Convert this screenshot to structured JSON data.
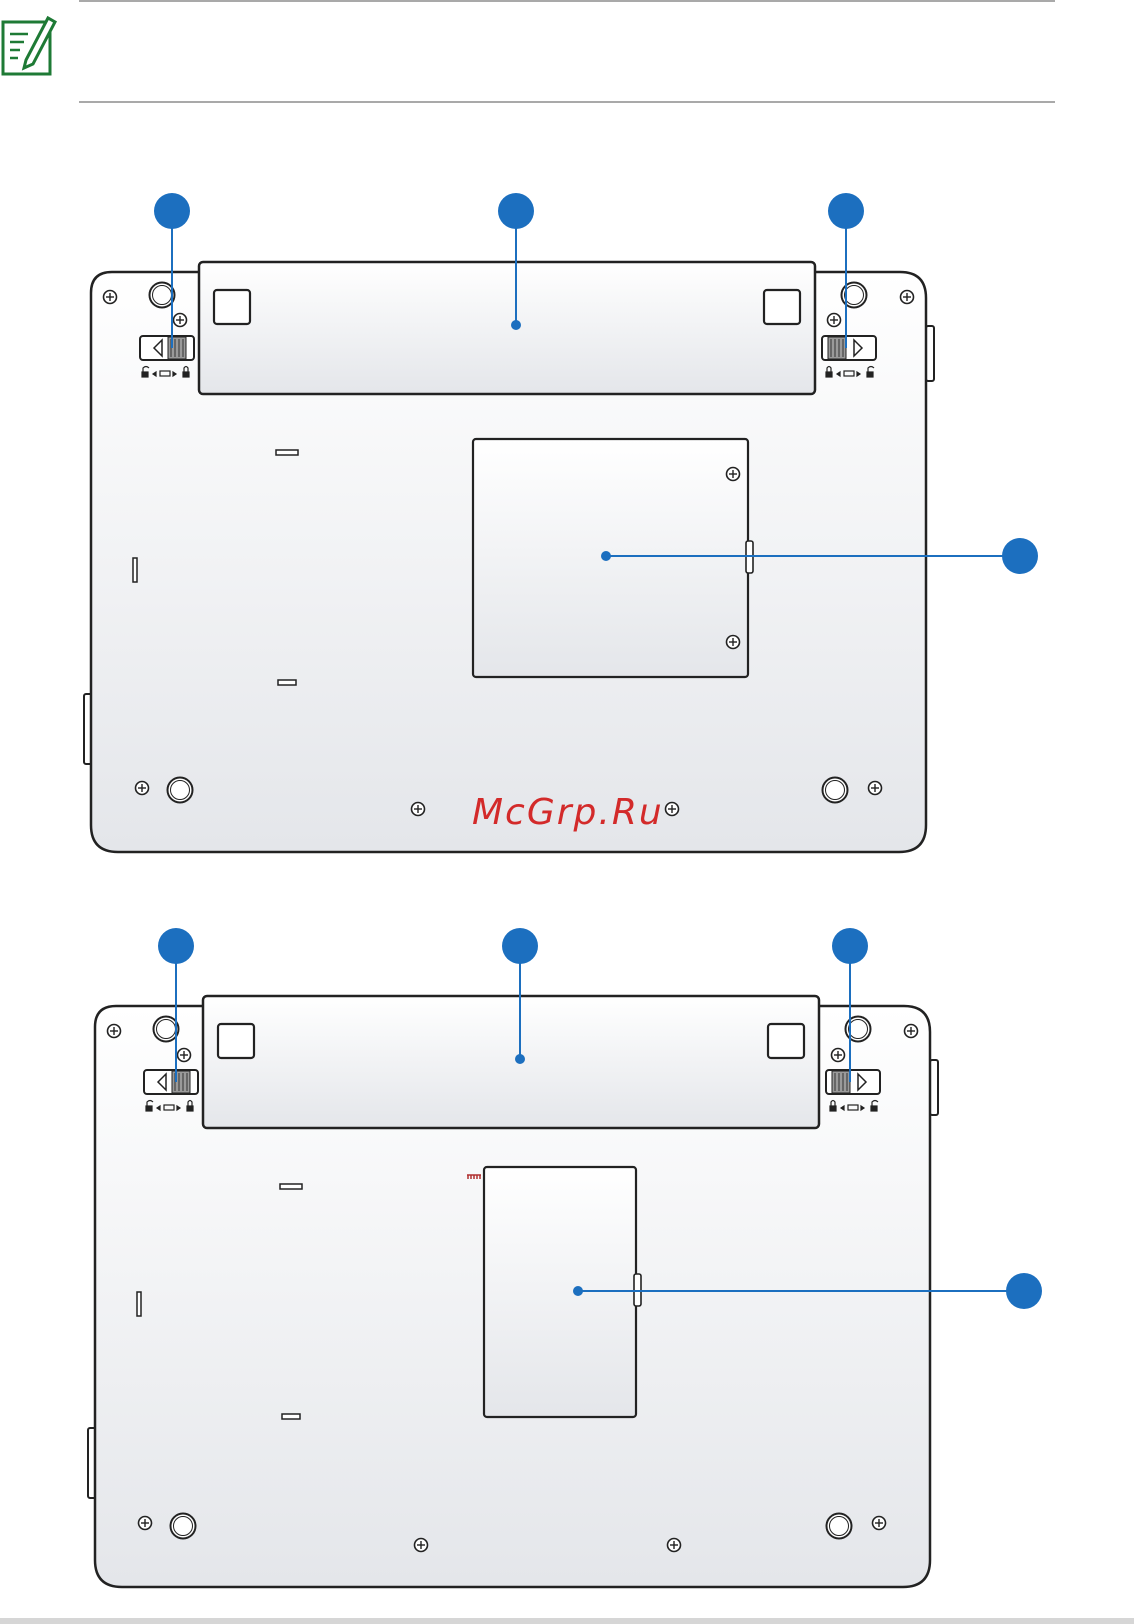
{
  "page": {
    "note_icon": "note-pencil-icon",
    "watermark": "McGrp.Ru",
    "accent_color": "#1c6fbf",
    "note_color": "#1e7a35",
    "diagram_top": {
      "type": "bottom-view",
      "callouts": [
        "battery-lock-left",
        "battery-pack",
        "battery-lock-right",
        "memory-compartment"
      ],
      "lock_symbols": [
        "unlock-icon",
        "lock-icon"
      ]
    },
    "diagram_bottom": {
      "type": "bottom-view",
      "callouts": [
        "battery-lock-left",
        "battery-pack",
        "battery-lock-right",
        "hard-disk-compartment"
      ],
      "lock_symbols": [
        "unlock-icon",
        "lock-icon"
      ]
    }
  }
}
